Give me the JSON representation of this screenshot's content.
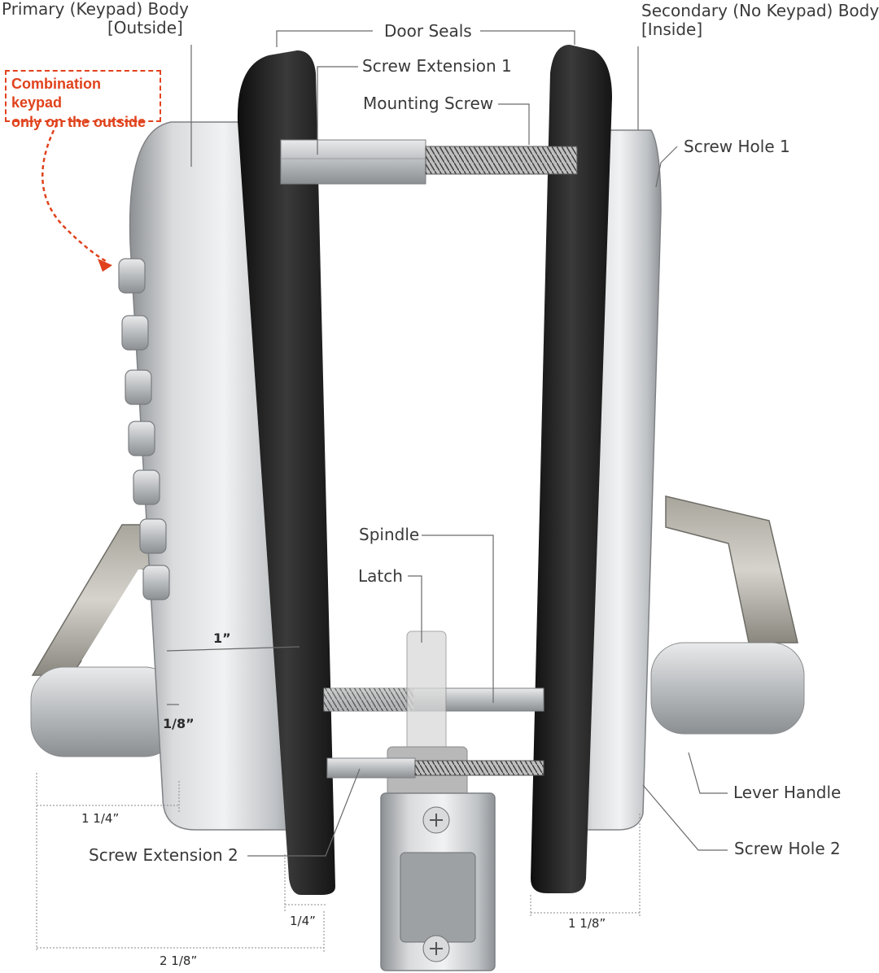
{
  "labels": {
    "primary_body_line1": "Primary (Keypad) Body",
    "primary_body_line2": "[Outside]",
    "door_seals": "Door Seals",
    "secondary_body_line1": "Secondary (No Keypad) Body",
    "secondary_body_line2": "[Inside]",
    "screw_extension_1": "Screw Extension 1",
    "mounting_screw": "Mounting Screw",
    "screw_hole_1": "Screw Hole 1",
    "spindle": "Spindle",
    "latch": "Latch",
    "lever_handle": "Lever Handle",
    "screw_hole_2": "Screw Hole 2",
    "screw_extension_2": "Screw Extension 2"
  },
  "callout": {
    "line1": "Combination keypad",
    "line2": "only on the outside"
  },
  "dimensions": {
    "one_inch": "1”",
    "one_eighth": "1/8”",
    "one_quarter_inch_body": "1 1/4”",
    "one_quarter": "1/4”",
    "two_one_eighth": "2 1/8”",
    "one_one_eighth": "1 1/8”"
  },
  "colors": {
    "callout_accent": "#e0421c",
    "seal": "#1c1c1c",
    "metal": "#c6c8ca",
    "leader_line": "#6a6a6a"
  }
}
